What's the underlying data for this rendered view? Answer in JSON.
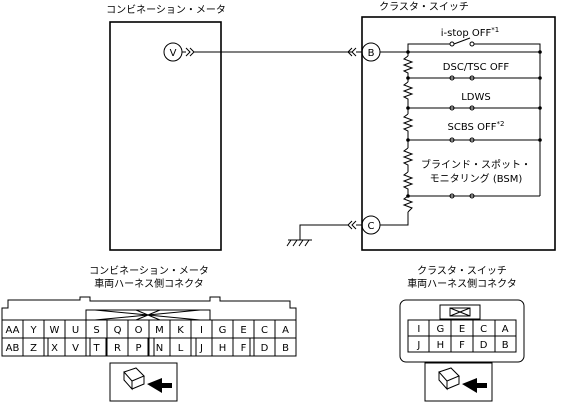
{
  "meter": {
    "title": "コンビネーション・メータ",
    "terminal": "V"
  },
  "cluster": {
    "title": "クラスタ・スイッチ",
    "terminal_top": "B",
    "terminal_bottom": "C"
  },
  "switches": [
    {
      "label": "i-stop OFF",
      "note": "*1"
    },
    {
      "label": "DSC/TSC OFF",
      "note": ""
    },
    {
      "label": "LDWS",
      "note": ""
    },
    {
      "label": "SCBS OFF",
      "note": "*2"
    },
    {
      "label": "ブラインド・スポット・",
      "label2": "モニタリング (BSM)",
      "note": ""
    }
  ],
  "meter_connector": {
    "title1": "コンビネーション・メータ",
    "title2": "車両ハーネス側コネクタ",
    "row1": [
      "AA",
      "Y",
      "W",
      "U",
      "S",
      "Q",
      "O",
      "M",
      "K",
      "I",
      "G",
      "E",
      "C",
      "A"
    ],
    "row2": [
      "AB",
      "Z",
      "X",
      "V",
      "T",
      "R",
      "P",
      "N",
      "L",
      "J",
      "H",
      "F",
      "D",
      "B"
    ]
  },
  "cluster_connector": {
    "title1": "クラスタ・スイッチ",
    "title2": "車両ハーネス側コネクタ",
    "row1": [
      "I",
      "G",
      "E",
      "C",
      "A"
    ],
    "row2": [
      "J",
      "H",
      "F",
      "D",
      "B"
    ]
  },
  "icons": [
    "connector-plug-icon"
  ]
}
